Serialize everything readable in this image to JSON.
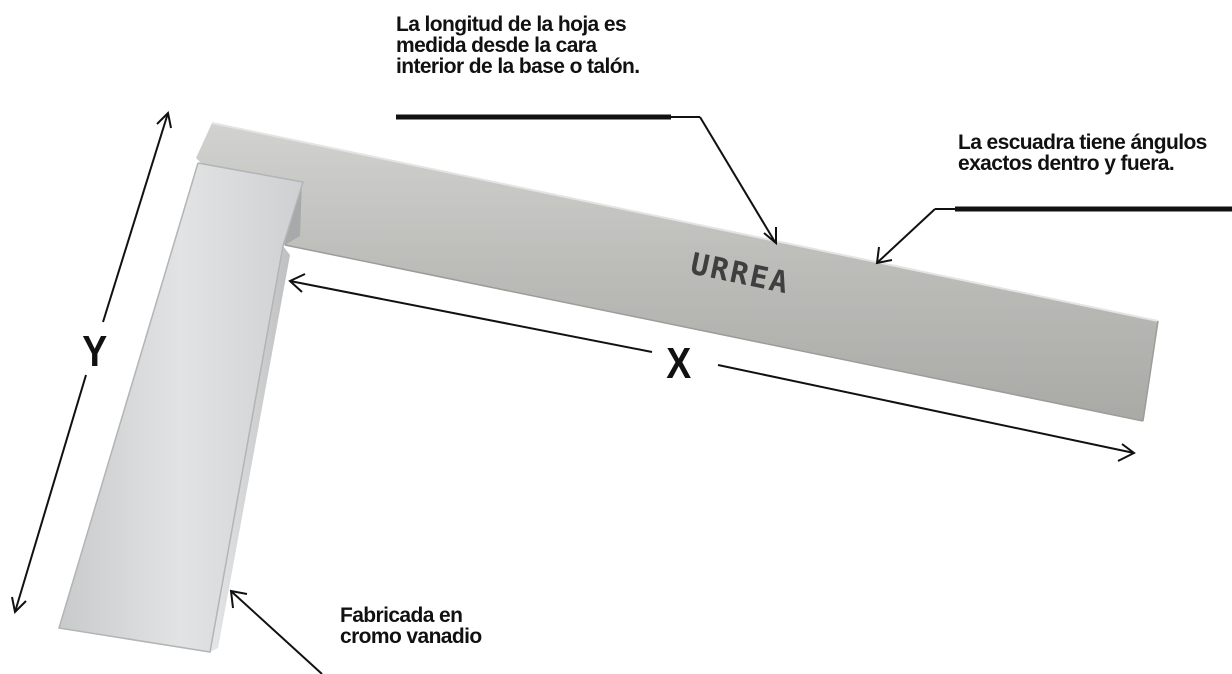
{
  "brand": {
    "logo_text": "URREA",
    "logo_color": "#3f3f3f"
  },
  "callouts": {
    "blade_length": {
      "lines": [
        "La longitud de la hoja es",
        "medida desde la cara",
        "interior de la base o talón."
      ]
    },
    "square_angles": {
      "lines": [
        "La escuadra tiene ángulos",
        "exactos dentro y fuera."
      ]
    },
    "material": {
      "lines": [
        "Fabricada en",
        "cromo vanadio"
      ]
    }
  },
  "dimensions": {
    "x_label": "X",
    "y_label": "Y"
  },
  "colors": {
    "blade": "#bcbcb9",
    "base": "#d6d7d8",
    "text": "#111111",
    "background": "#ffffff"
  },
  "icons": {
    "arrow": "arrow-head-icon",
    "logo": "urrea-logo-icon"
  }
}
